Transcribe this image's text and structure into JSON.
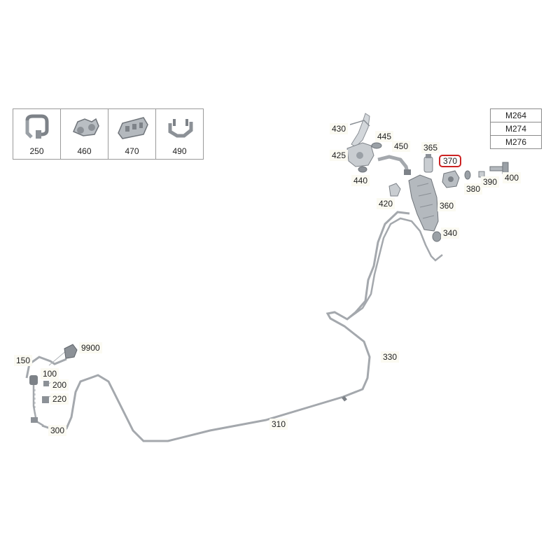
{
  "legend": [
    {
      "label": "250",
      "icon": "clamp-clip-icon"
    },
    {
      "label": "460",
      "icon": "double-clip-icon"
    },
    {
      "label": "470",
      "icon": "connector-block-icon"
    },
    {
      "label": "490",
      "icon": "hose-holder-icon"
    }
  ],
  "engine_variants": [
    "M264",
    "M274",
    "M276"
  ],
  "callouts": {
    "p430": "430",
    "p445": "445",
    "p425": "425",
    "p450": "450",
    "p440": "440",
    "p365": "365",
    "p370": "370",
    "p400": "400",
    "p380": "380",
    "p390": "390",
    "p420": "420",
    "p360": "360",
    "p340": "340",
    "p330": "330",
    "p310": "310",
    "p9900": "9900",
    "p150": "150",
    "p100": "100",
    "p200": "200",
    "p220": "220",
    "p300": "300"
  },
  "highlighted_part": "370",
  "colors": {
    "line": "#a4a8ad",
    "part_fill": "#c9cdd1",
    "part_dark": "#7d8288",
    "highlight": "#cc2222",
    "label_bg": "#fbfaf2"
  }
}
